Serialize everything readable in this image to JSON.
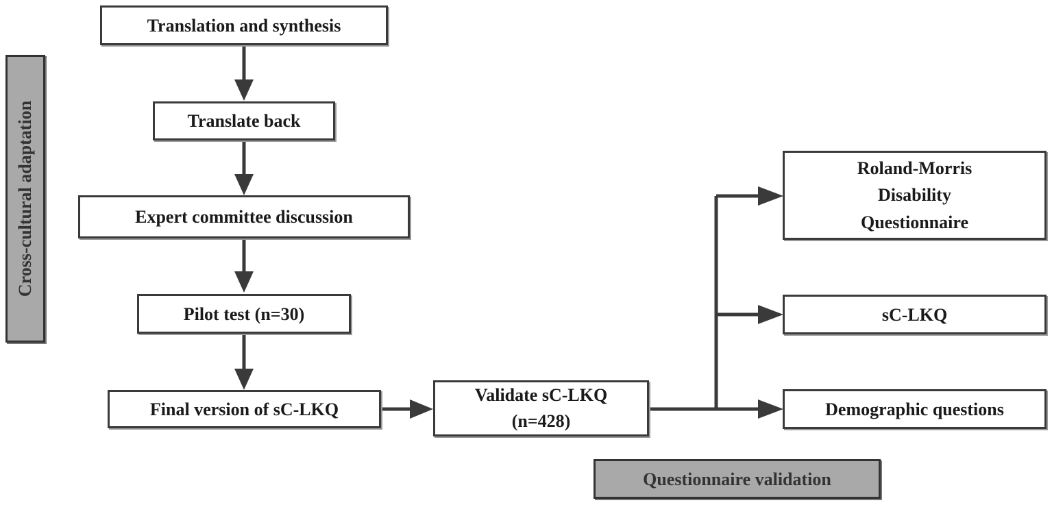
{
  "left_section": {
    "label": "Cross-cultural adaptation",
    "steps": [
      "Translation and synthesis",
      "Translate back",
      "Expert committee discussion",
      "Pilot test (n=30)",
      "Final version of sC-LKQ"
    ]
  },
  "validate": {
    "line1": "Validate sC-LKQ",
    "line2": "(n=428)"
  },
  "outcomes": {
    "rmdq": {
      "line1": "Roland-Morris",
      "line2": "Disability",
      "line3": "Questionnaire"
    },
    "sclkq": "sC-LKQ",
    "demographic": "Demographic questions"
  },
  "right_section": {
    "label": "Questionnaire validation"
  }
}
